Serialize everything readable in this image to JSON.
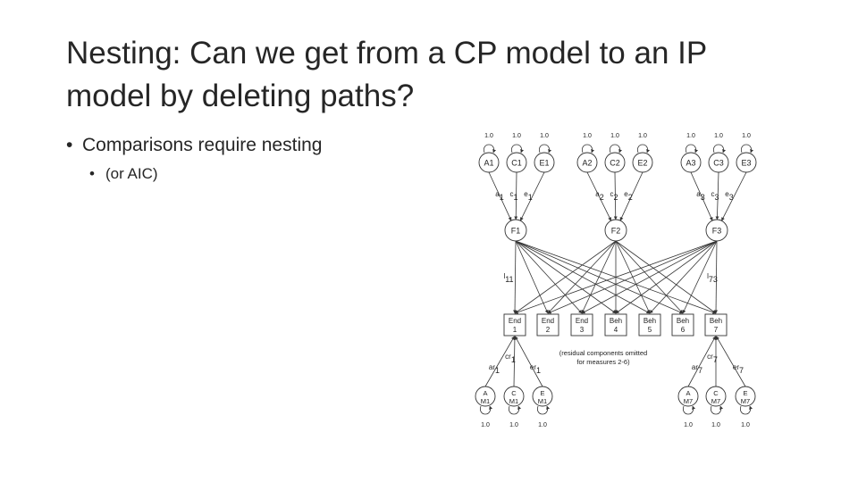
{
  "slide": {
    "title": "Nesting: Can we get from a CP model to an IP model by deleting paths?",
    "bullets": [
      {
        "text": "Comparisons require nesting",
        "level": 1
      },
      {
        "text": "(or AIC)",
        "level": 2
      }
    ]
  },
  "diagram": {
    "latent_groups": [
      {
        "nodes": [
          "A1",
          "C1",
          "E1"
        ],
        "variances": [
          "1.0",
          "1.0",
          "1.0"
        ],
        "paths": [
          "a1",
          "c1",
          "e1"
        ],
        "factor": "F1"
      },
      {
        "nodes": [
          "A2",
          "C2",
          "E2"
        ],
        "variances": [
          "1.0",
          "1.0",
          "1.0"
        ],
        "paths": [
          "a2",
          "c2",
          "e2"
        ],
        "factor": "F2"
      },
      {
        "nodes": [
          "A3",
          "C3",
          "E3"
        ],
        "variances": [
          "1.0",
          "1.0",
          "1.0"
        ],
        "paths": [
          "a3",
          "c3",
          "e3"
        ],
        "factor": "F3"
      }
    ],
    "measures": [
      {
        "top": "End",
        "bottom": "1"
      },
      {
        "top": "End",
        "bottom": "2"
      },
      {
        "top": "End",
        "bottom": "3"
      },
      {
        "top": "Beh",
        "bottom": "4"
      },
      {
        "top": "Beh",
        "bottom": "5"
      },
      {
        "top": "Beh",
        "bottom": "6"
      },
      {
        "top": "Beh",
        "bottom": "7"
      }
    ],
    "loading_labels": [
      "l11",
      "l73"
    ],
    "note_lines": [
      "(residual components omitted",
      "for measures 2-6)"
    ],
    "residual_paths": {
      "left": [
        "ar1",
        "cr1",
        "er1"
      ],
      "right": [
        "ar7",
        "cr7",
        "er7"
      ]
    },
    "residual_nodes": {
      "left": [
        {
          "top": "A",
          "bottom": "M1"
        },
        {
          "top": "C",
          "bottom": "M1"
        },
        {
          "top": "E",
          "bottom": "M1"
        }
      ],
      "right": [
        {
          "top": "A",
          "bottom": "M7"
        },
        {
          "top": "C",
          "bottom": "M7"
        },
        {
          "top": "E",
          "bottom": "M7"
        }
      ]
    },
    "residual_variances": [
      "1.0",
      "1.0",
      "1.0",
      "1.0",
      "1.0",
      "1.0"
    ],
    "colors": {
      "line": "#333333",
      "variance_label": "#d22b2b"
    }
  }
}
